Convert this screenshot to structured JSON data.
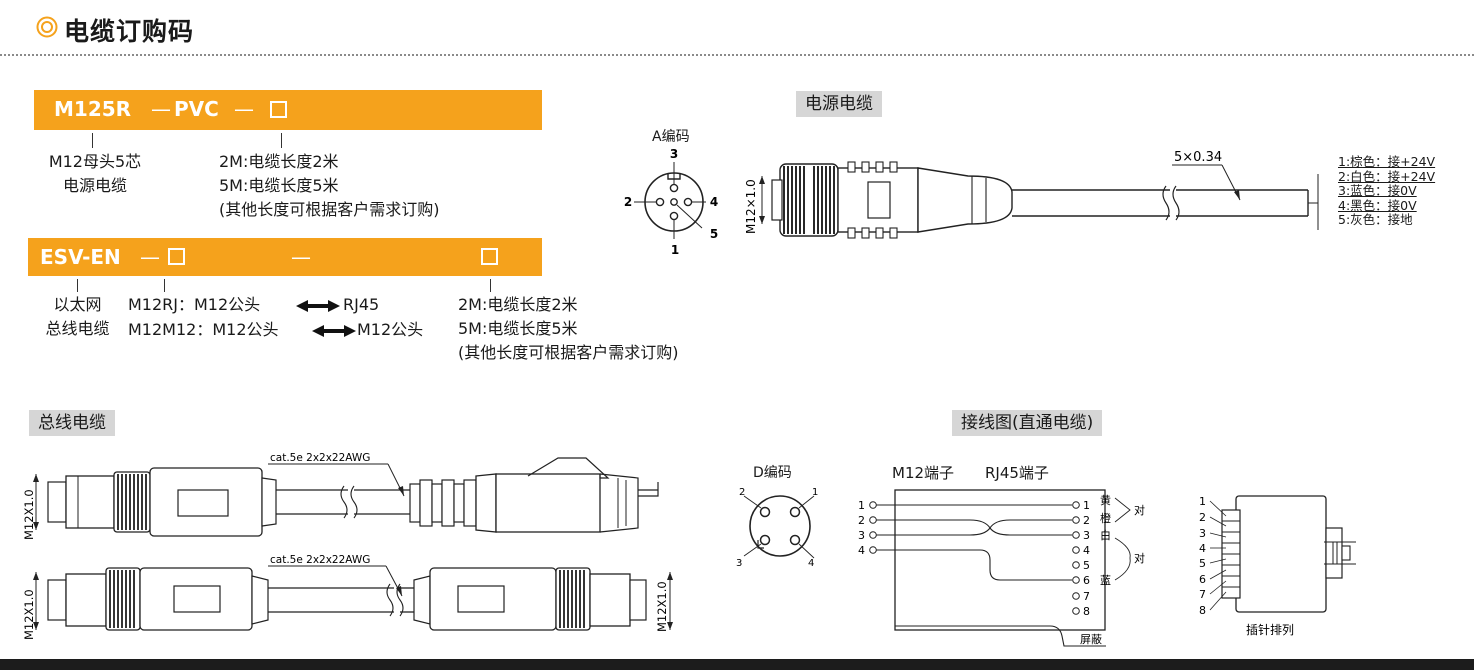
{
  "page": {
    "title": "电缆订购码"
  },
  "section1": {
    "bar": {
      "code": "M125R",
      "dash1": "—",
      "pvc": "PVC",
      "dash2": "—"
    },
    "desc_left": [
      "M12母头5芯",
      "电源电缆"
    ],
    "desc_right": [
      "2M:电缆长度2米",
      "5M:电缆长度5米",
      "(其他长度可根据客户需求订购)"
    ]
  },
  "section2": {
    "bar": {
      "code": "ESV-EN",
      "dash1": "—",
      "dash2": "—"
    },
    "desc_left": [
      "以太网",
      "总线电缆"
    ],
    "options": [
      "M12RJ：M12公头",
      "RJ45",
      "M12M12：M12公头",
      "M12公头"
    ],
    "desc_right": [
      "2M:电缆长度2米",
      "5M:电缆长度5米",
      "(其他长度可根据客户需求订购)"
    ]
  },
  "power": {
    "header": "电源电缆",
    "coding": "A编码",
    "pins": [
      "1",
      "2",
      "3",
      "4",
      "5"
    ],
    "dimension": "M12×1.0",
    "wire_spec": "5×0.34",
    "wires": [
      "1:棕色：接+24V",
      "2:白色：接+24V",
      "3:蓝色：接0V",
      "4:黑色：接0V",
      "5:灰色：接地"
    ]
  },
  "bus": {
    "header": "总线电缆",
    "dimension": "M12X1.0",
    "cable_spec": "cat.5e 2x2x22AWG"
  },
  "wiring": {
    "header": "接线图(直通电缆)",
    "coding": "D编码",
    "pins": [
      "1",
      "2",
      "3",
      "4"
    ],
    "m12_label": "M12端子",
    "rj45_label": "RJ45端子",
    "left_pins": [
      "1",
      "2",
      "3",
      "4"
    ],
    "right_pins": [
      "1",
      "2",
      "3",
      "4",
      "5",
      "6",
      "7",
      "8"
    ],
    "right_colors": [
      "黄",
      "橙",
      "白",
      "",
      "",
      "蓝",
      "",
      ""
    ],
    "pair_label": "对",
    "pair_label2": "对",
    "shield": "屏蔽",
    "pin_order_label": "插针排列",
    "pin_order": [
      "1",
      "2",
      "3",
      "4",
      "5",
      "6",
      "7",
      "8"
    ]
  },
  "colors": {
    "accent": "#f5a21c",
    "label_bg": "#d6d6d6",
    "line": "#333333"
  }
}
